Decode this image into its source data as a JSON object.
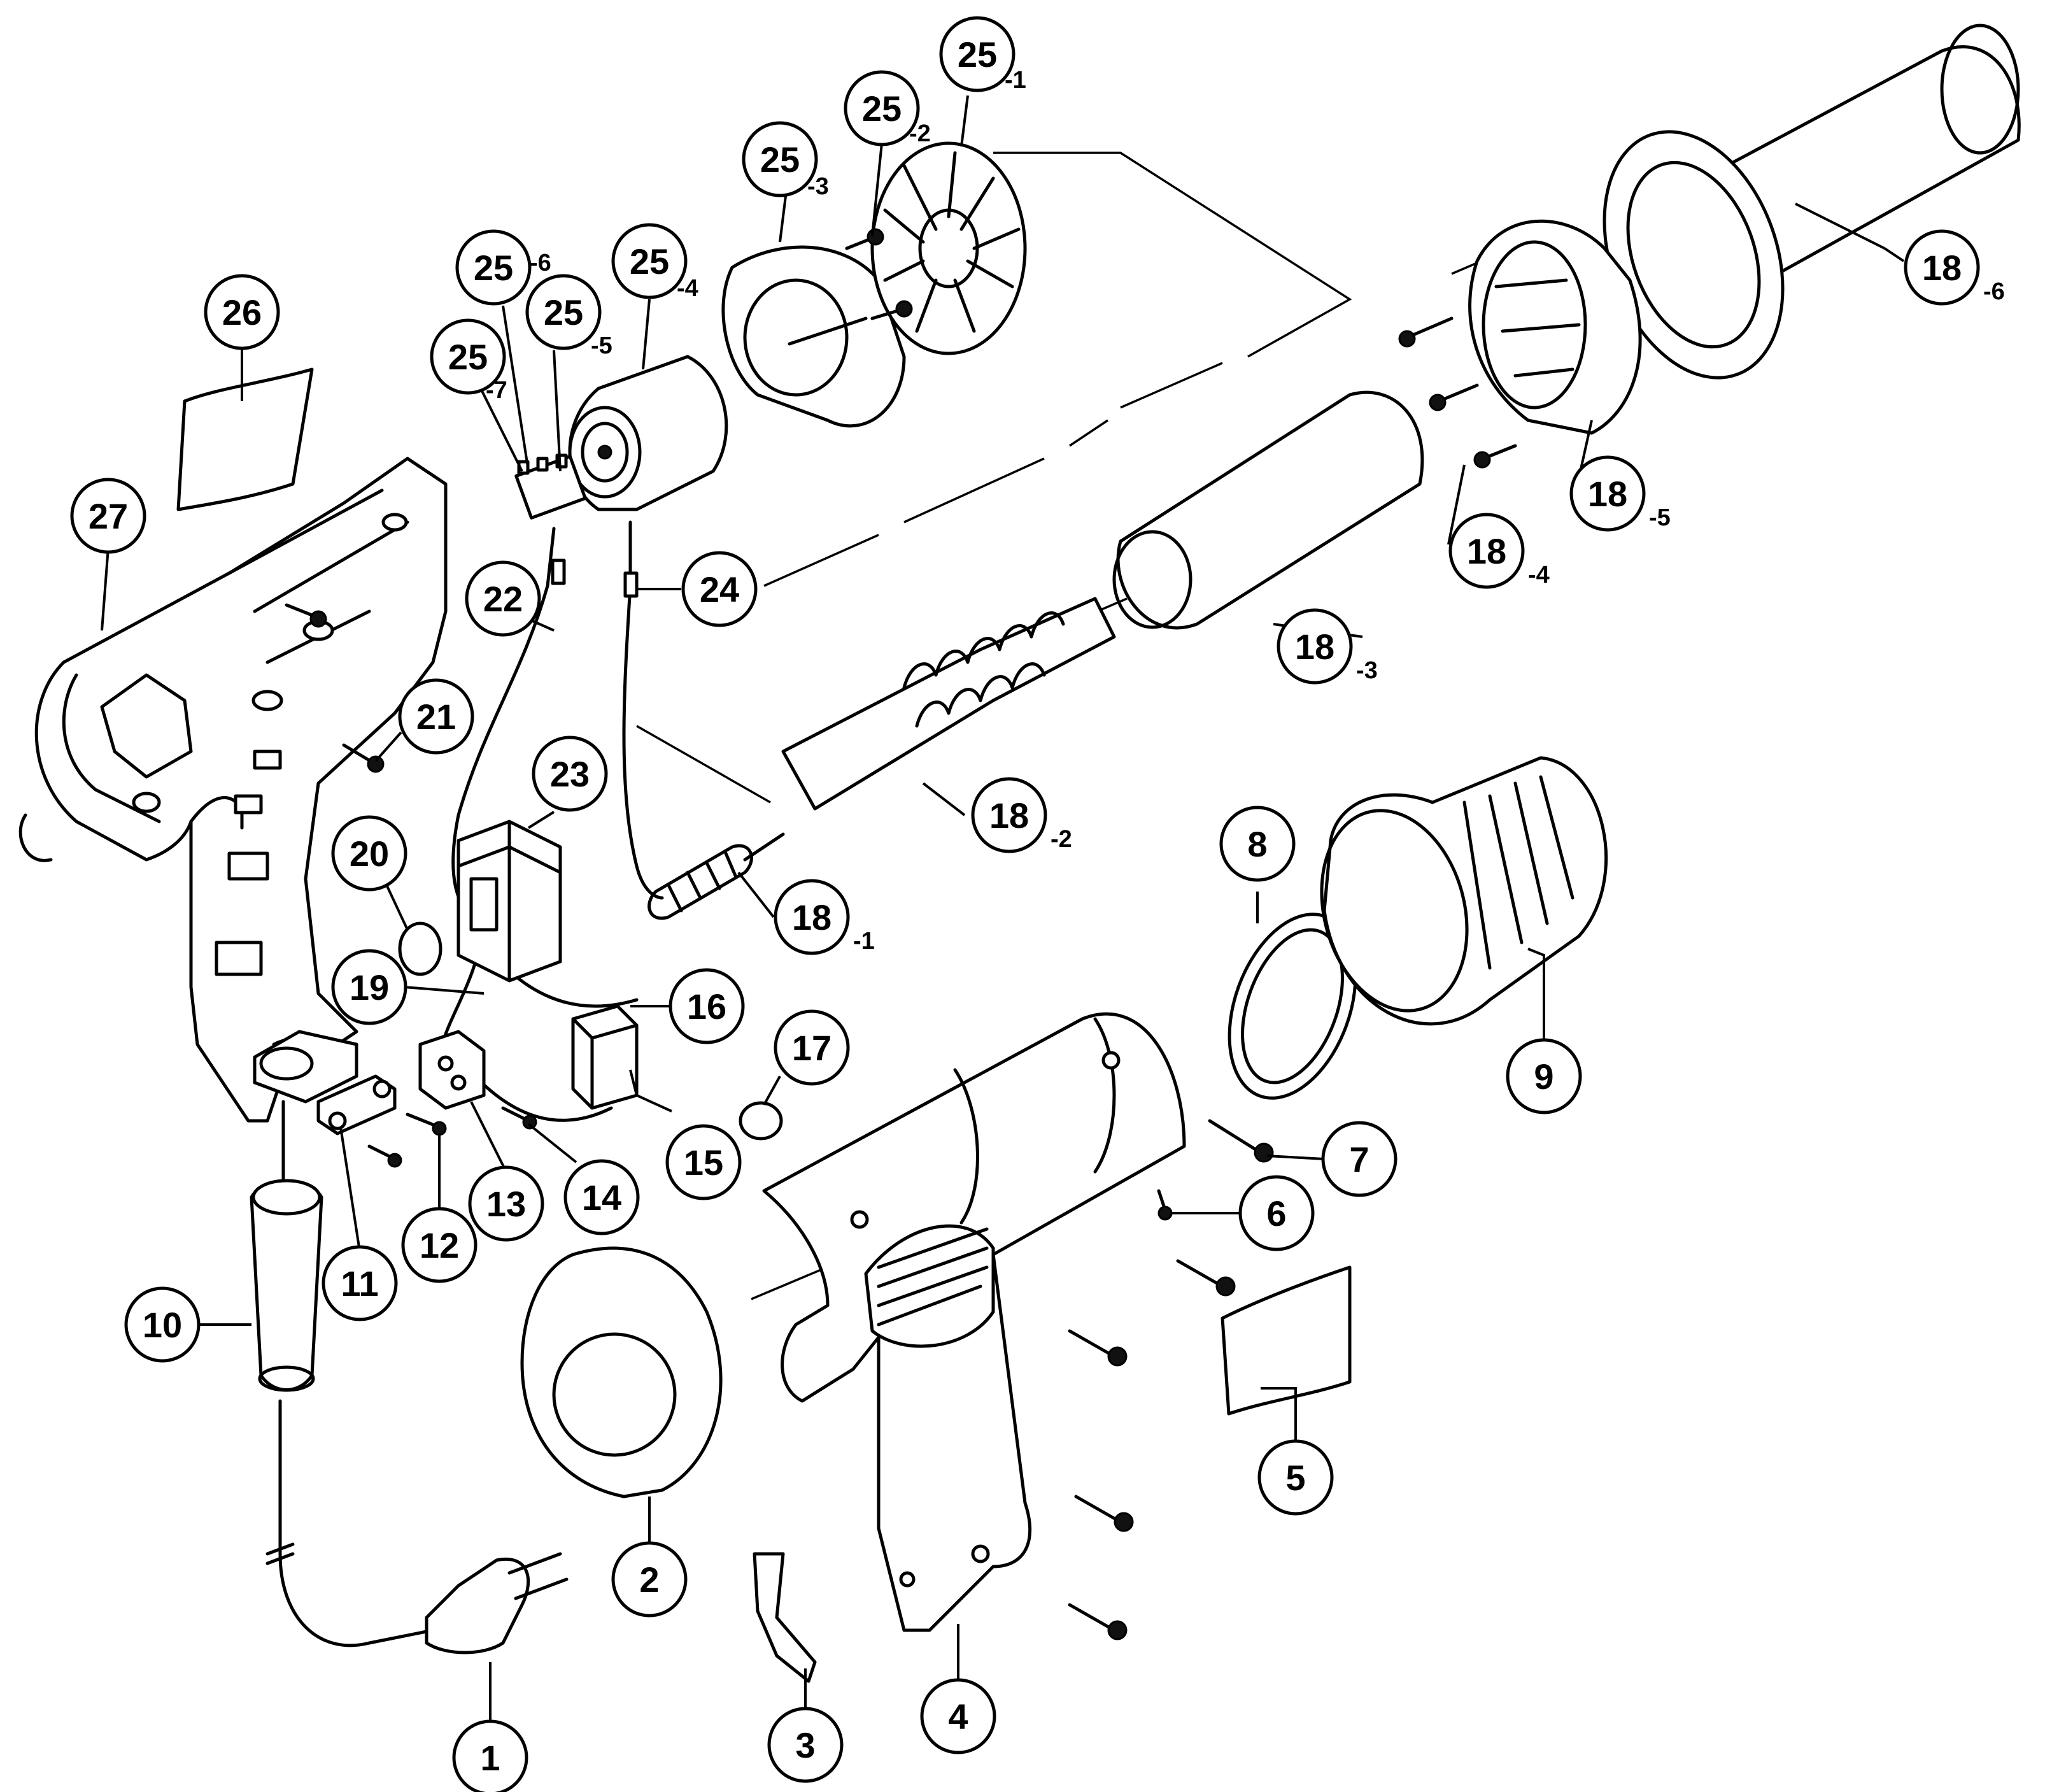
{
  "callouts": [
    {
      "id": "c1",
      "number": "1",
      "suffix": ""
    },
    {
      "id": "c2",
      "number": "2",
      "suffix": ""
    },
    {
      "id": "c3",
      "number": "3",
      "suffix": ""
    },
    {
      "id": "c4",
      "number": "4",
      "suffix": ""
    },
    {
      "id": "c5",
      "number": "5",
      "suffix": ""
    },
    {
      "id": "c6",
      "number": "6",
      "suffix": ""
    },
    {
      "id": "c7",
      "number": "7",
      "suffix": ""
    },
    {
      "id": "c8",
      "number": "8",
      "suffix": ""
    },
    {
      "id": "c9",
      "number": "9",
      "suffix": ""
    },
    {
      "id": "c10",
      "number": "10",
      "suffix": ""
    },
    {
      "id": "c11",
      "number": "11",
      "suffix": ""
    },
    {
      "id": "c12",
      "number": "12",
      "suffix": ""
    },
    {
      "id": "c13",
      "number": "13",
      "suffix": ""
    },
    {
      "id": "c14",
      "number": "14",
      "suffix": ""
    },
    {
      "id": "c15",
      "number": "15",
      "suffix": ""
    },
    {
      "id": "c16",
      "number": "16",
      "suffix": ""
    },
    {
      "id": "c17",
      "number": "17",
      "suffix": ""
    },
    {
      "id": "c18_1",
      "number": "18",
      "suffix": "-1"
    },
    {
      "id": "c18_2",
      "number": "18",
      "suffix": "-2"
    },
    {
      "id": "c18_3",
      "number": "18",
      "suffix": "-3"
    },
    {
      "id": "c18_4",
      "number": "18",
      "suffix": "-4"
    },
    {
      "id": "c18_5",
      "number": "18",
      "suffix": "-5"
    },
    {
      "id": "c18_6",
      "number": "18",
      "suffix": "-6"
    },
    {
      "id": "c19",
      "number": "19",
      "suffix": ""
    },
    {
      "id": "c20",
      "number": "20",
      "suffix": ""
    },
    {
      "id": "c21",
      "number": "21",
      "suffix": ""
    },
    {
      "id": "c22",
      "number": "22",
      "suffix": ""
    },
    {
      "id": "c23",
      "number": "23",
      "suffix": ""
    },
    {
      "id": "c24",
      "number": "24",
      "suffix": ""
    },
    {
      "id": "c25_1",
      "number": "25",
      "suffix": "-1"
    },
    {
      "id": "c25_2",
      "number": "25",
      "suffix": "-2"
    },
    {
      "id": "c25_3",
      "number": "25",
      "suffix": "-3"
    },
    {
      "id": "c25_4",
      "number": "25",
      "suffix": "-4"
    },
    {
      "id": "c25_5",
      "number": "25",
      "suffix": "-5"
    },
    {
      "id": "c25_6",
      "number": "25",
      "suffix": "-6"
    },
    {
      "id": "c25_7",
      "number": "25",
      "suffix": "-7"
    },
    {
      "id": "c26",
      "number": "26",
      "suffix": ""
    },
    {
      "id": "c27",
      "number": "27",
      "suffix": ""
    }
  ]
}
